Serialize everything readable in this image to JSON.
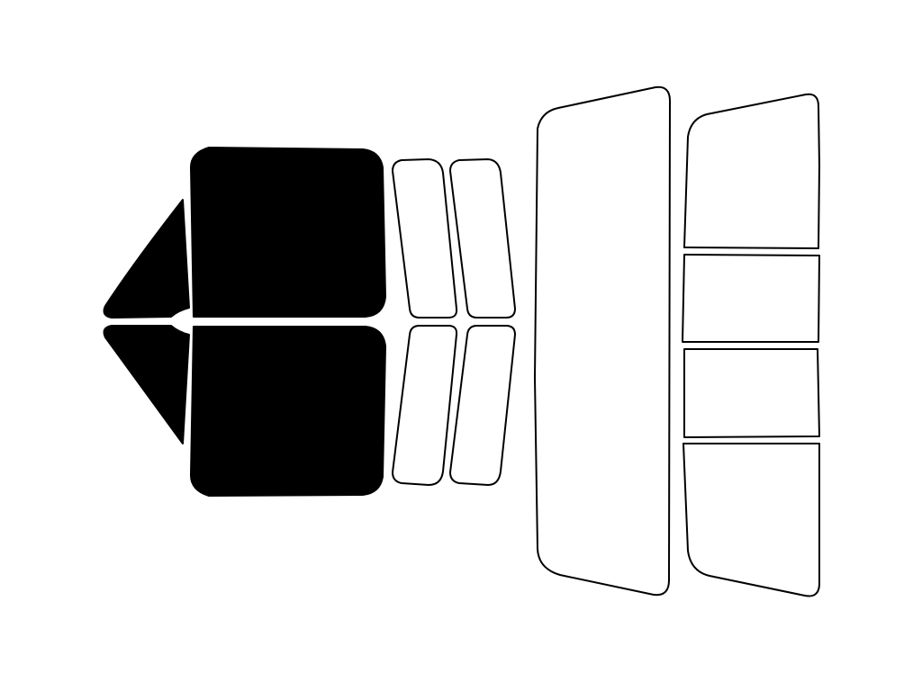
{
  "colors": {
    "background": "#ffffff",
    "tinted_fill": "#000000",
    "untinted_fill": "#ffffff",
    "outline": "#000000"
  },
  "panes": [
    {
      "id": "front-left-vent-window",
      "tinted": true
    },
    {
      "id": "front-left-door-window",
      "tinted": true
    },
    {
      "id": "front-right-vent-window",
      "tinted": true
    },
    {
      "id": "front-right-door-window",
      "tinted": true
    },
    {
      "id": "rear-left-door-window",
      "tinted": false
    },
    {
      "id": "rear-left-quarter-window",
      "tinted": false
    },
    {
      "id": "rear-right-door-window",
      "tinted": false
    },
    {
      "id": "rear-right-quarter-window",
      "tinted": false
    },
    {
      "id": "rear-windshield",
      "tinted": false
    },
    {
      "id": "rear-sliding-window-top-section",
      "tinted": false
    },
    {
      "id": "rear-sliding-window-upper-middle-section",
      "tinted": false
    },
    {
      "id": "rear-sliding-window-lower-middle-section",
      "tinted": false
    },
    {
      "id": "rear-sliding-window-bottom-section",
      "tinted": false
    }
  ]
}
